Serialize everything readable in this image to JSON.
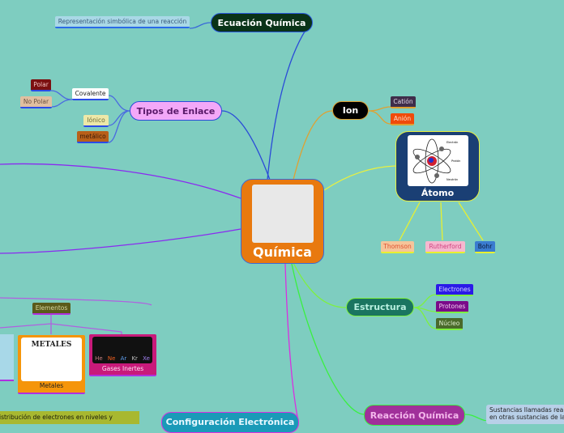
{
  "central": {
    "label": "Química",
    "color": "#e8790f"
  },
  "ecuacion": {
    "label": "Ecuación Química",
    "description": "Representación simbólica de una reacción"
  },
  "enlace": {
    "label": "Tipos de Enlace",
    "children": [
      {
        "label": "Covalente",
        "children": [
          {
            "label": "Polar"
          },
          {
            "label": "No Polar"
          }
        ]
      },
      {
        "label": "Iónico"
      },
      {
        "label": "metálico"
      }
    ]
  },
  "ion": {
    "label": "Ion",
    "children": [
      {
        "label": "Catión"
      },
      {
        "label": "Anión"
      }
    ]
  },
  "atomo": {
    "label": "Átomo",
    "image_labels": [
      "Electrón",
      "Protón",
      "Neutrón"
    ],
    "children": [
      {
        "label": "Thomson"
      },
      {
        "label": "Rutherford"
      },
      {
        "label": "Bohr"
      }
    ]
  },
  "estructura": {
    "label": "Estructura",
    "children": [
      {
        "label": "Electrones"
      },
      {
        "label": "Protones"
      },
      {
        "label": "Núcleo"
      }
    ]
  },
  "reaccion": {
    "label": "Reacción Química",
    "description": "Sustancias llamadas rea en otras sustancias de la"
  },
  "configuracion": {
    "label": "Configuración Electrónica",
    "description": "istribución de electrones en niveles y"
  },
  "elementos": {
    "label": "Elementos",
    "children": [
      {
        "label": "Metales",
        "image_title": "METALES"
      },
      {
        "label": "Gases Inertes",
        "image_symbols": [
          "He",
          "Ne",
          "Ar",
          "Kr",
          "Xe"
        ]
      }
    ]
  }
}
